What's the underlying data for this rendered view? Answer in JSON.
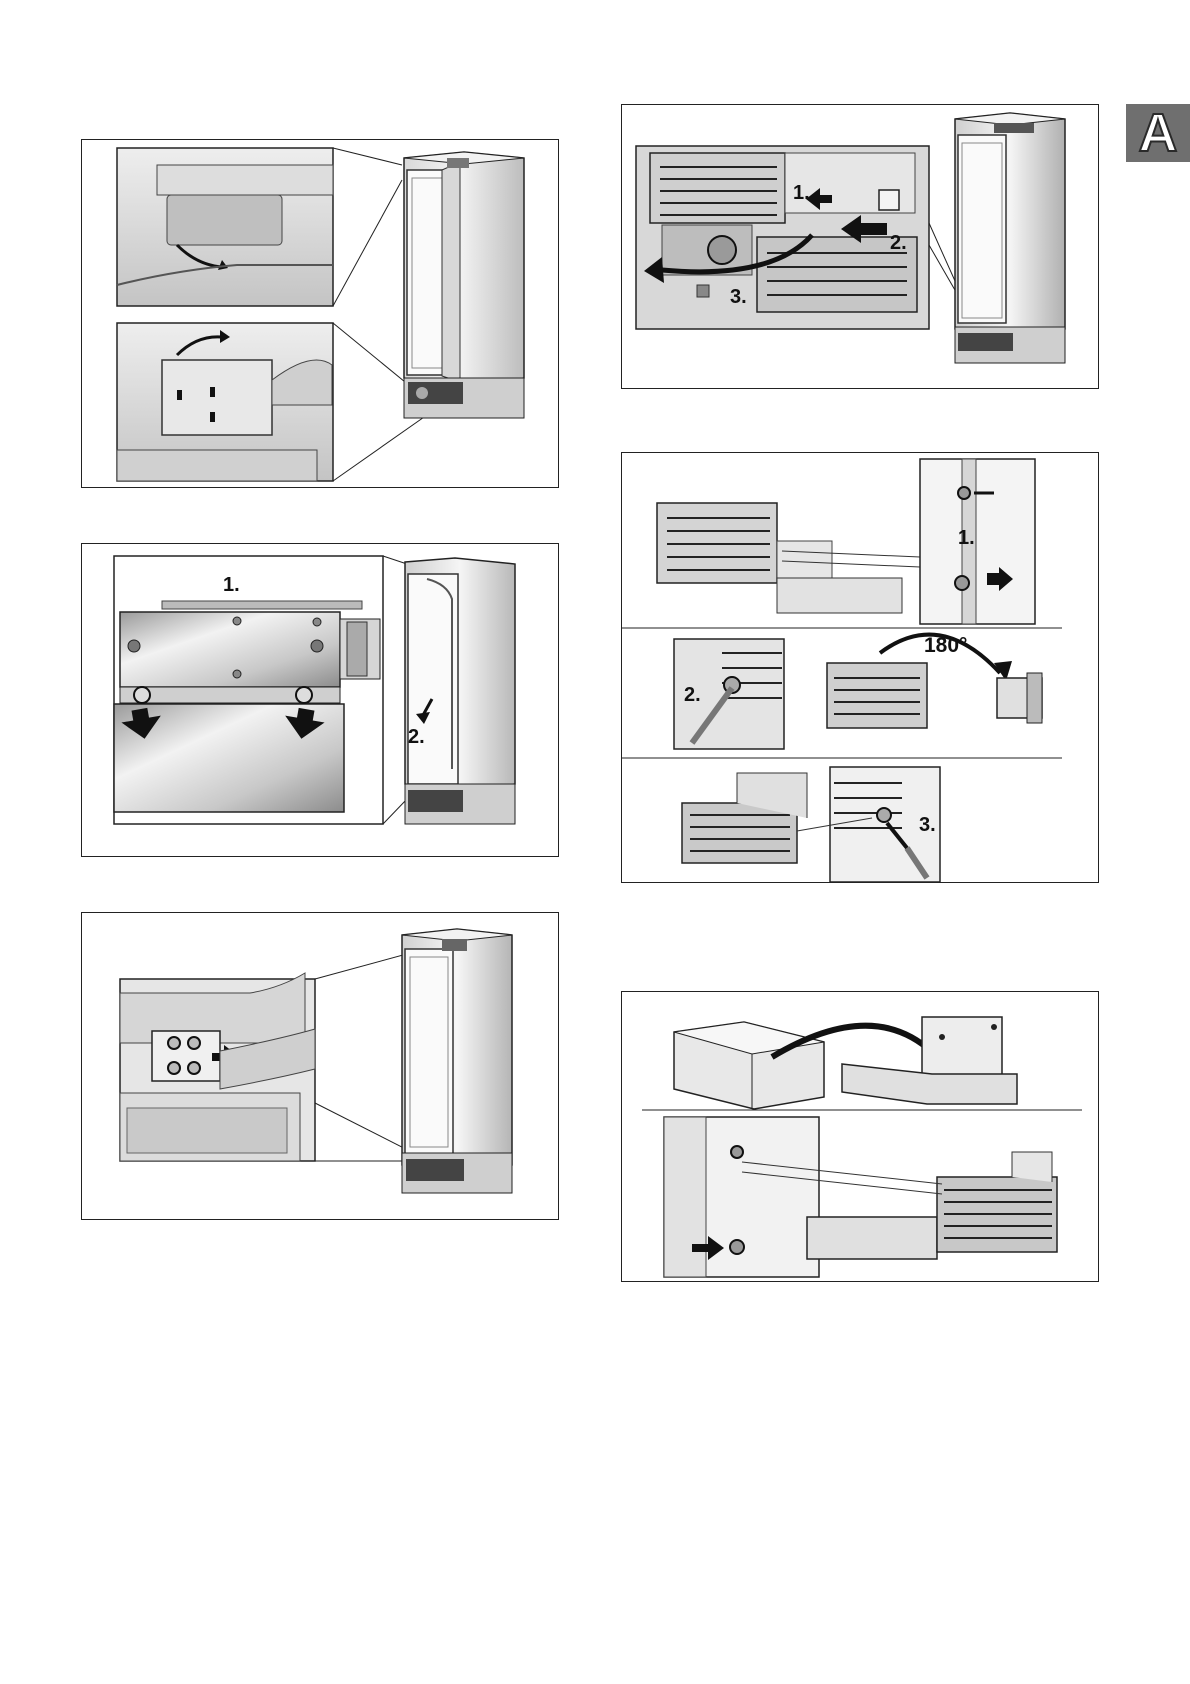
{
  "section_tab": {
    "letter": "A"
  },
  "figures": {
    "fig1": {},
    "fig2": {
      "step1": "1.",
      "step2": "2."
    },
    "fig3": {},
    "fig4": {
      "step1": "1.",
      "step2": "2.",
      "step3": "3."
    },
    "fig5": {
      "step1": "1.",
      "step2": "2.",
      "step3": "3.",
      "angle": "180°"
    },
    "fig6": {}
  }
}
